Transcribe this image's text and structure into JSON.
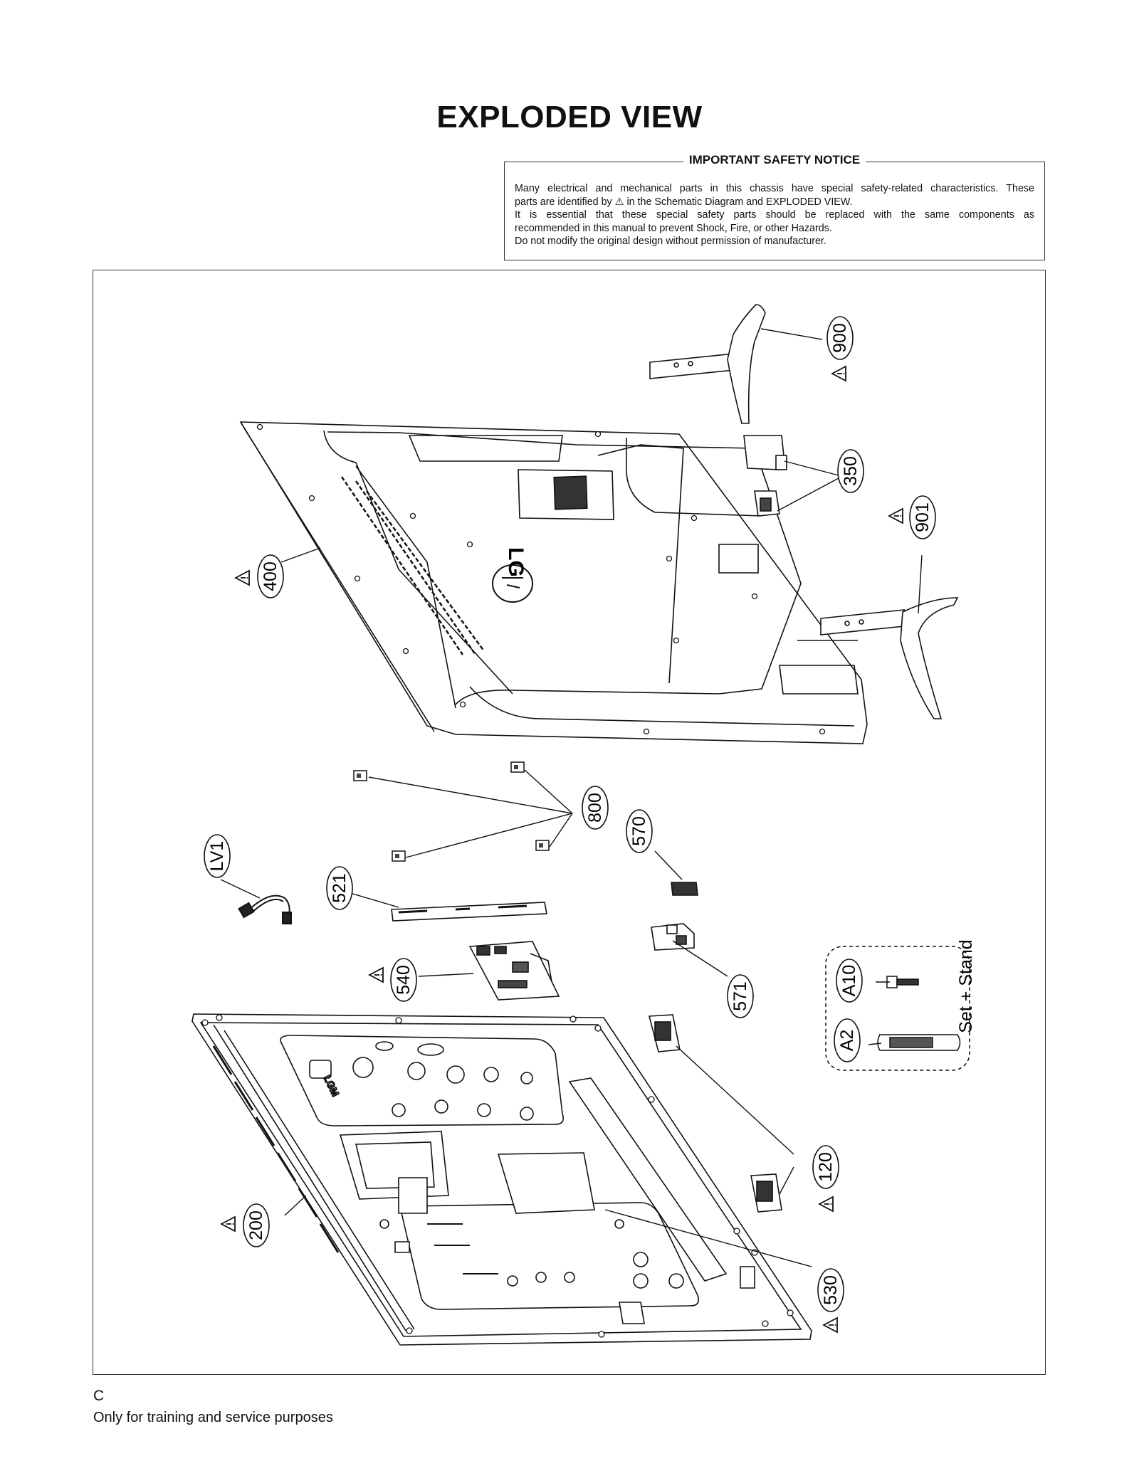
{
  "title": "EXPLODED VIEW",
  "safety_notice": {
    "heading": "IMPORTANT SAFETY NOTICE",
    "lines": [
      "Many electrical and mechanical parts in this chassis have special safety-related characteristics. These",
      "parts are identified by ⚠ in the Schematic Diagram and EXPLODED VIEW.",
      "It is essential that these special safety parts should be replaced with the same components as",
      "recommended in this manual to prevent Shock, Fire, or other Hazards.",
      "Do not modify the original design without permission of manufacturer."
    ]
  },
  "callouts": [
    {
      "id": "c900",
      "label": "900",
      "safety": true
    },
    {
      "id": "c350",
      "label": "350",
      "safety": false
    },
    {
      "id": "c901",
      "label": "901",
      "safety": true
    },
    {
      "id": "c400",
      "label": "400",
      "safety": true
    },
    {
      "id": "c800",
      "label": "800",
      "safety": false
    },
    {
      "id": "c570",
      "label": "570",
      "safety": false
    },
    {
      "id": "cLV1",
      "label": "LV1",
      "safety": false
    },
    {
      "id": "c521",
      "label": "521",
      "safety": false
    },
    {
      "id": "c540",
      "label": "540",
      "safety": true
    },
    {
      "id": "c571",
      "label": "571",
      "safety": false
    },
    {
      "id": "cA10",
      "label": "A10",
      "safety": false
    },
    {
      "id": "cA2",
      "label": "A2",
      "safety": false
    },
    {
      "id": "c120",
      "label": "120",
      "safety": true
    },
    {
      "id": "c200",
      "label": "200",
      "safety": true
    },
    {
      "id": "c530",
      "label": "530",
      "safety": true
    }
  ],
  "accessory_box_label": "Set + Stand",
  "logo_text": "LG",
  "footer": {
    "first_line": "C",
    "second_line": "Only for training and service purposes"
  }
}
